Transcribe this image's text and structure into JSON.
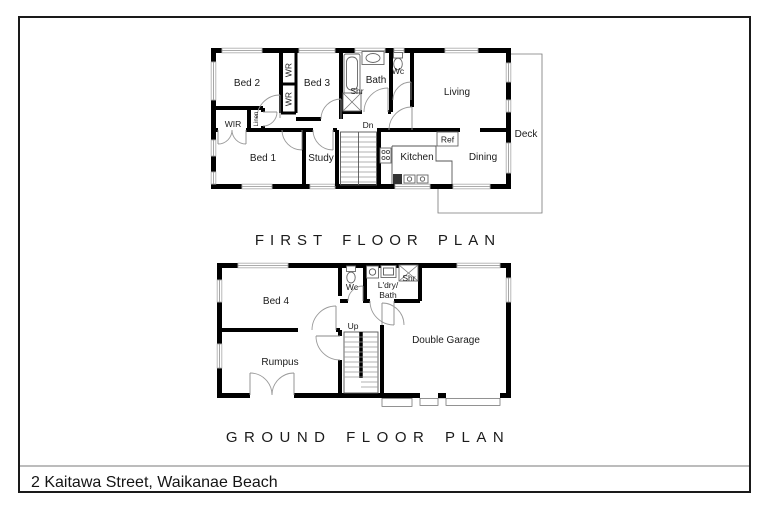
{
  "first_floor": {
    "title": "FIRST FLOOR PLAN",
    "labels": {
      "bed2": "Bed 2",
      "wr_upper": "WR",
      "wr_lower": "WR",
      "bed3": "Bed 3",
      "shr": "Shr",
      "bath": "Bath",
      "wc": "Wc",
      "living": "Living",
      "wir": "WIR",
      "linen": "Linen",
      "dn": "Dn",
      "bed1": "Bed 1",
      "study": "Study",
      "kitchen": "Kitchen",
      "ref": "Ref",
      "dining": "Dining",
      "deck": "Deck"
    }
  },
  "ground_floor": {
    "title": "GROUND FLOOR PLAN",
    "labels": {
      "bed4": "Bed 4",
      "wc": "Wc",
      "ldry_line1": "L'dry/",
      "ldry_line2": "Bath",
      "shr": "Shr",
      "up": "Up",
      "rumpus": "Rumpus",
      "garage": "Double Garage"
    }
  },
  "footer": {
    "address": "2 Kaitawa Street, Waikanae Beach"
  },
  "colors": {
    "wall": "#000000",
    "thin_line": "#555555",
    "text": "#1a1a1a",
    "separator": "#b3b3b3",
    "background": "#ffffff"
  }
}
